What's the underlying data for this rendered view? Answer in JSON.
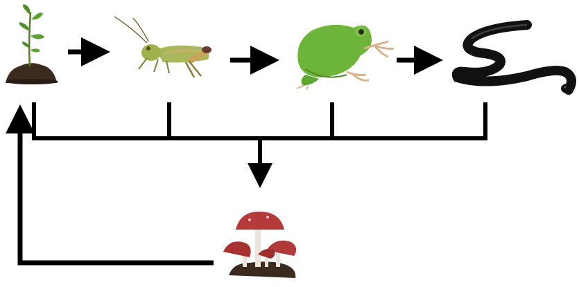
{
  "diagram": {
    "type": "food-chain",
    "organisms": [
      {
        "id": "plant",
        "icon": "seedling-icon",
        "role": "producer"
      },
      {
        "id": "grasshopper",
        "icon": "grasshopper-icon",
        "role": "primary-consumer"
      },
      {
        "id": "frog",
        "icon": "frog-icon",
        "role": "secondary-consumer"
      },
      {
        "id": "snake",
        "icon": "snake-icon",
        "role": "tertiary-consumer"
      },
      {
        "id": "mushrooms",
        "icon": "mushroom-icon",
        "role": "decomposer"
      }
    ],
    "flows": [
      {
        "from": "plant",
        "to": "grasshopper"
      },
      {
        "from": "grasshopper",
        "to": "frog"
      },
      {
        "from": "frog",
        "to": "snake"
      },
      {
        "from": "plant",
        "to": "mushrooms"
      },
      {
        "from": "grasshopper",
        "to": "mushrooms"
      },
      {
        "from": "frog",
        "to": "mushrooms"
      },
      {
        "from": "snake",
        "to": "mushrooms"
      },
      {
        "from": "mushrooms",
        "to": "plant"
      }
    ],
    "colors": {
      "arrow": "#000000",
      "soil": "#3b2a1e",
      "leaf": "#4f8f2a",
      "grasshopper": "#9fb24a",
      "frog": "#6cb53a",
      "snake": "#111111",
      "mushroom_cap": "#b53a3a",
      "mushroom_stem": "#ece4dc"
    }
  }
}
